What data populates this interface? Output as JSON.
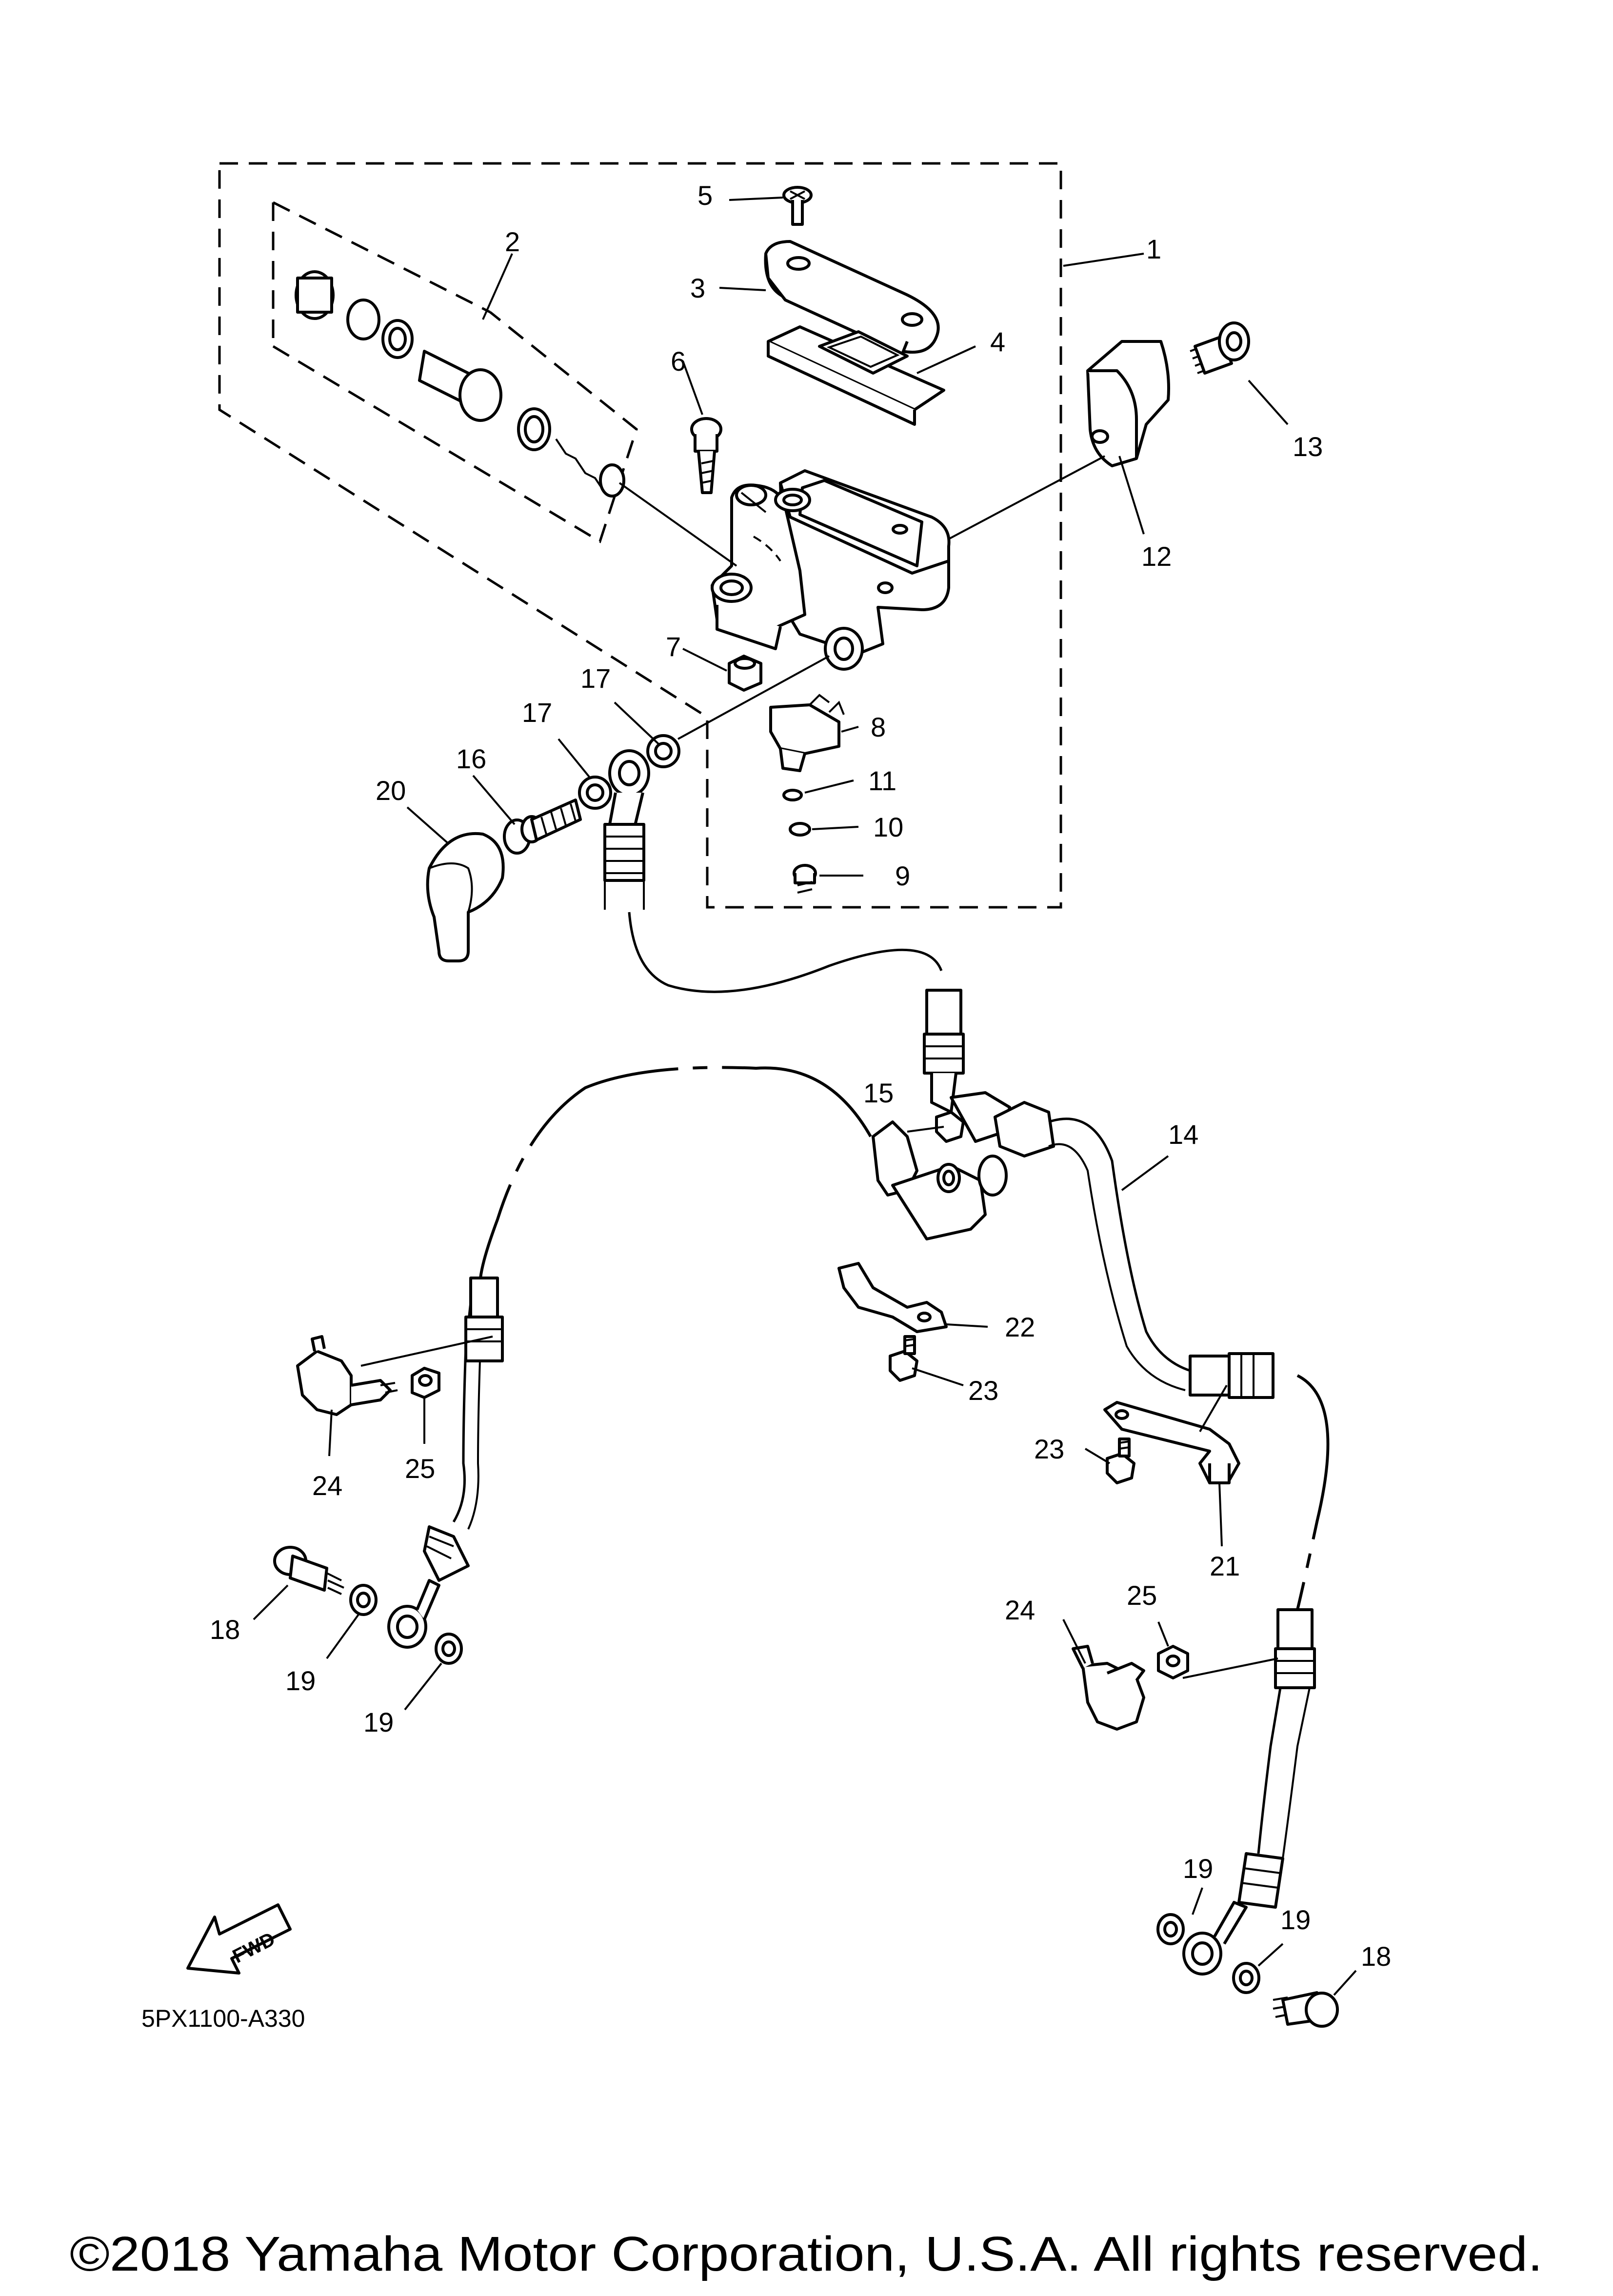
{
  "diagram_code": "5PX1100-A330",
  "copyright": "©2018 Yamaha Motor Corporation, U.S.A. All rights reserved.",
  "fwd_label": "FWD",
  "callouts": [
    "1",
    "2",
    "3",
    "4",
    "5",
    "6",
    "7",
    "8",
    "9",
    "10",
    "11",
    "12",
    "13",
    "14",
    "15",
    "16",
    "17",
    "17",
    "18",
    "18",
    "19",
    "19",
    "19",
    "19",
    "20",
    "21",
    "22",
    "23",
    "23",
    "24",
    "24",
    "25",
    "25"
  ]
}
